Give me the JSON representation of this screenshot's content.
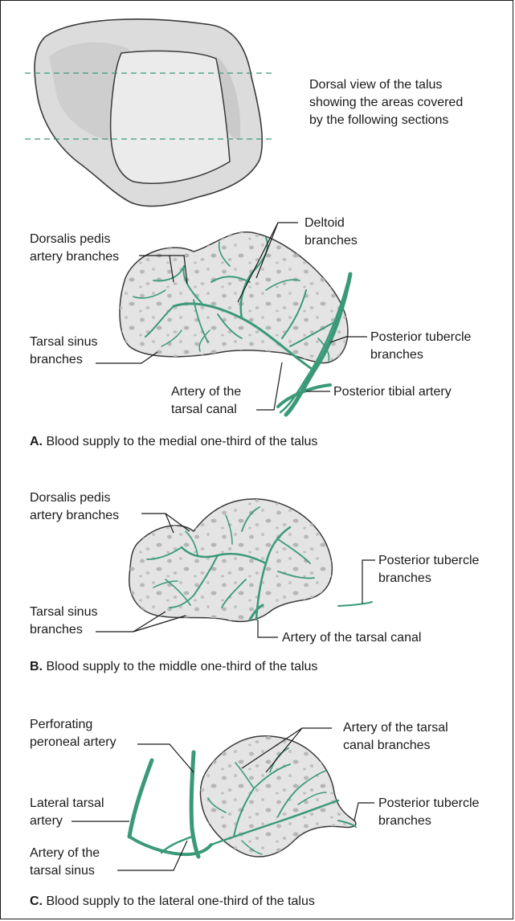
{
  "intro": {
    "text": "Dorsal view of the talus\nshowing the areas covered\nby the following sections"
  },
  "panel_a": {
    "labels": {
      "dorsalis_pedis": "Dorsalis pedis\nartery branches",
      "deltoid": "Deltoid\nbranches",
      "tarsal_sinus": "Tarsal sinus\nbranches",
      "posterior_tubercle": "Posterior tubercle\nbranches",
      "tarsal_canal": "Artery of the\ntarsal canal",
      "posterior_tibial": "Posterior tibial artery"
    },
    "caption_letter": "A.",
    "caption_text": " Blood supply to the medial one-third of the talus"
  },
  "panel_b": {
    "labels": {
      "dorsalis_pedis": "Dorsalis pedis\nartery branches",
      "posterior_tubercle": "Posterior tubercle\nbranches",
      "tarsal_sinus": "Tarsal sinus\nbranches",
      "tarsal_canal": "Artery of the tarsal canal"
    },
    "caption_letter": "B.",
    "caption_text": " Blood supply to the middle one-third of the talus"
  },
  "panel_c": {
    "labels": {
      "perforating_peroneal": "Perforating\nperoneal artery",
      "tarsal_canal_branches": "Artery of the tarsal\ncanal branches",
      "lateral_tarsal": "Lateral tarsal\nartery",
      "posterior_tubercle": "Posterior tubercle\nbranches",
      "tarsal_sinus": "Artery of the\ntarsal sinus"
    },
    "caption_letter": "C.",
    "caption_text": " Blood supply to the lateral one-third of the talus"
  },
  "colors": {
    "artery": "#3a9a78",
    "bone": "#e2e2e2",
    "bone_edge": "#3a3a3a",
    "guide": "#3a9a78"
  }
}
